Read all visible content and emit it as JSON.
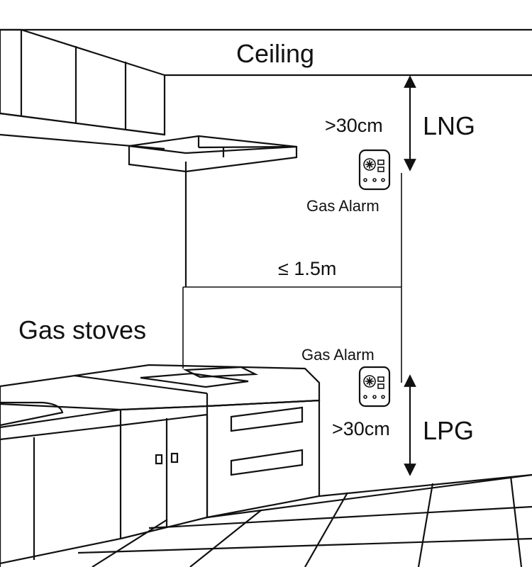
{
  "labels": {
    "ceiling": "Ceiling",
    "lng": "LNG",
    "lpg": "LPG",
    "top_distance": ">30cm",
    "bottom_distance": ">30cm",
    "horizontal_distance": "≤ 1.5m",
    "gas_alarm_top": "Gas Alarm",
    "gas_alarm_bottom": "Gas Alarm",
    "gas_stoves": "Gas stoves"
  },
  "icons": {
    "alarm": "gas-alarm-device",
    "arrow": "double-headed-arrow"
  },
  "colors": {
    "line": "#111111",
    "background": "#ffffff"
  }
}
